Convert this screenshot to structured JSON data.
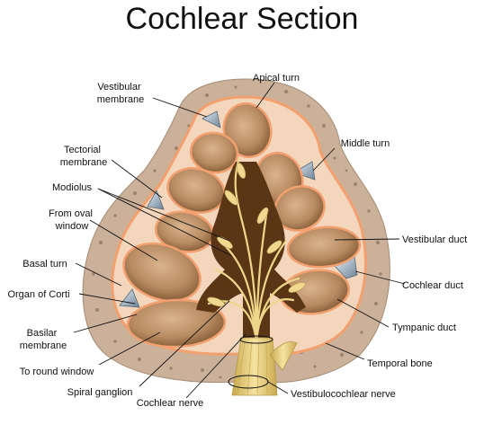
{
  "title": "Cochlear Section",
  "labels": {
    "vestibular_membrane": [
      "Vestibular",
      "membrane"
    ],
    "apical_turn": "Apical turn",
    "middle_turn": "Middle turn",
    "tectorial_membrane": [
      "Tectorial",
      "membrane"
    ],
    "modiolus": "Modiolus",
    "from_oval_window": [
      "From oval",
      "window"
    ],
    "vestibular_duct": "Vestibular duct",
    "basal_turn": "Basal turn",
    "organ_of_corti": "Organ of Corti",
    "cochlear_duct": "Cochlear duct",
    "basilar_membrane": [
      "Basilar",
      "membrane"
    ],
    "tympanic_duct": "Tympanic duct",
    "to_round_window": "To round window",
    "temporal_bone": "Temporal bone",
    "spiral_ganglion": "Spiral ganglion",
    "cochlear_nerve": "Cochlear nerve",
    "vestibulocochlear_nerve": "Vestibulocochlear nerve"
  },
  "colors": {
    "bone": "#cbb199",
    "bone_pore": "#8c7462",
    "inner_cavity": "#f3d6bc",
    "lining": "#f2a070",
    "chamber": "#b88b62",
    "chamber_dark": "#7e5631",
    "nerve": "#eed68a",
    "ganglion": "#5a3616",
    "cochlear_duct": "#8aa0b4"
  }
}
